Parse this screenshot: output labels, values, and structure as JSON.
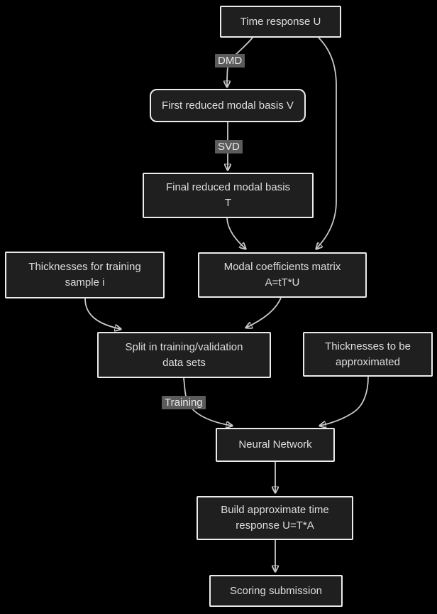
{
  "theme": {
    "background": "#000000",
    "node_fill": "#1f1f1f",
    "node_border": "#ebebeb",
    "node_text": "#dedede",
    "edge_color": "#c9c9c9",
    "edge_label_bg": "#5b5b5b",
    "edge_label_text": "#e8e8e8"
  },
  "nodes": {
    "time_response": {
      "label": "Time response U"
    },
    "first_basis": {
      "label": "First reduced modal basis V"
    },
    "final_basis": {
      "label": "Final reduced modal basis\nT"
    },
    "thicknesses_training": {
      "label": "Thicknesses for training\nsample i"
    },
    "modal_coefficients": {
      "label": "Modal coefficients matrix\nA=tT*U"
    },
    "split": {
      "label": "Split in training/validation\ndata sets"
    },
    "thicknesses_approx": {
      "label": "Thicknesses to be\napproximated"
    },
    "neural_network": {
      "label": "Neural Network"
    },
    "build_approx": {
      "label": "Build approximate time\nresponse U=T*A"
    },
    "scoring": {
      "label": "Scoring submission"
    }
  },
  "edge_labels": {
    "dmd": "DMD",
    "svd": "SVD",
    "training": "Training"
  },
  "edges": [
    {
      "from": "Time response U",
      "to": "First reduced modal basis V",
      "label": "DMD"
    },
    {
      "from": "Time response U",
      "to": "Modal coefficients matrix A=tT*U",
      "label": ""
    },
    {
      "from": "First reduced modal basis V",
      "to": "Final reduced modal basis T",
      "label": "SVD"
    },
    {
      "from": "Final reduced modal basis T",
      "to": "Modal coefficients matrix A=tT*U",
      "label": ""
    },
    {
      "from": "Thicknesses for training sample i",
      "to": "Split in training/validation data sets",
      "label": ""
    },
    {
      "from": "Modal coefficients matrix A=tT*U",
      "to": "Split in training/validation data sets",
      "label": ""
    },
    {
      "from": "Split in training/validation data sets",
      "to": "Neural Network",
      "label": "Training"
    },
    {
      "from": "Thicknesses to be approximated",
      "to": "Neural Network",
      "label": ""
    },
    {
      "from": "Neural Network",
      "to": "Build approximate time response U=T*A",
      "label": ""
    },
    {
      "from": "Build approximate time response U=T*A",
      "to": "Scoring submission",
      "label": ""
    }
  ]
}
